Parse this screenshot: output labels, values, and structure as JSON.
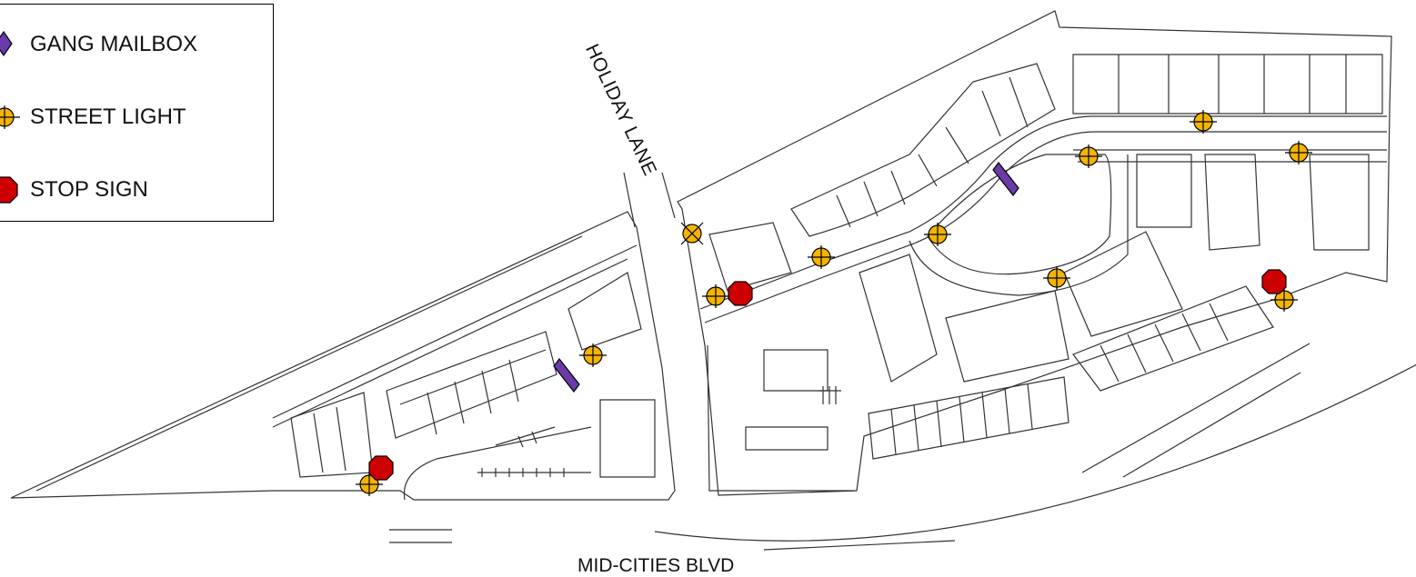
{
  "legend": {
    "items": [
      {
        "label": "GANG MAILBOX",
        "icon": "gang-mailbox-icon"
      },
      {
        "label": "STREET LIGHT",
        "icon": "street-light-icon"
      },
      {
        "label": "STOP SIGN",
        "icon": "stop-sign-icon"
      }
    ]
  },
  "streets": {
    "holiday": "HOLIDAY LANE",
    "midcities": "MID-CITIES BLVD"
  },
  "colors": {
    "mailbox": "#6a3aa8",
    "street_light": "#f4b400",
    "stop_sign": "#cc0000",
    "linework": "#333333"
  },
  "markers": {
    "street_lights": [
      [
        1323,
        134
      ],
      [
        1428,
        168
      ],
      [
        1197,
        172
      ],
      [
        1031,
        258
      ],
      [
        903,
        283
      ],
      [
        1162,
        306
      ],
      [
        1412,
        330
      ],
      [
        787,
        326
      ],
      [
        652,
        391
      ],
      [
        406,
        533
      ]
    ],
    "street_light_x": [
      [
        761,
        257
      ]
    ],
    "stop_signs": [
      [
        814,
        323
      ],
      [
        1401,
        310
      ],
      [
        419,
        515
      ]
    ],
    "mailboxes": [
      [
        1106,
        197
      ],
      [
        623,
        413
      ]
    ]
  }
}
